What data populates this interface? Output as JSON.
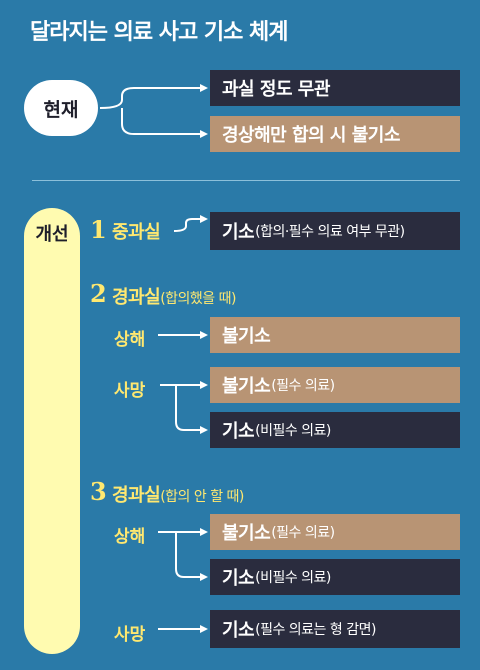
{
  "title": "달라지는 의료 사고 기소 체계",
  "current": {
    "label": "현재",
    "outcomes": [
      {
        "main": "과실 정도 무관",
        "sub": ""
      },
      {
        "main": "경상해만 합의 시 불기소",
        "sub": ""
      }
    ]
  },
  "improvement": {
    "label": "개선",
    "sections": [
      {
        "number": "1",
        "heading": "중과실",
        "heading_note": "",
        "result": {
          "main": "기소",
          "sub": "(합의·필수 의료 여부 무관)"
        }
      },
      {
        "number": "2",
        "heading": "경과실",
        "heading_note": "(합의했을 때)",
        "cases": [
          {
            "label": "상해",
            "outcomes": [
              {
                "main": "불기소",
                "sub": ""
              }
            ]
          },
          {
            "label": "사망",
            "outcomes": [
              {
                "main": "불기소",
                "sub": "(필수 의료)"
              },
              {
                "main": "기소",
                "sub": "(비필수 의료)"
              }
            ]
          }
        ]
      },
      {
        "number": "3",
        "heading": "경과실",
        "heading_note": "(합의 안 할 때)",
        "cases": [
          {
            "label": "상해",
            "outcomes": [
              {
                "main": "불기소",
                "sub": "(필수 의료)"
              },
              {
                "main": "기소",
                "sub": "(비필수 의료)"
              }
            ]
          },
          {
            "label": "사망",
            "outcomes": [
              {
                "main": "기소",
                "sub": "(필수 의료는 형 감면)"
              }
            ]
          }
        ]
      }
    ]
  }
}
